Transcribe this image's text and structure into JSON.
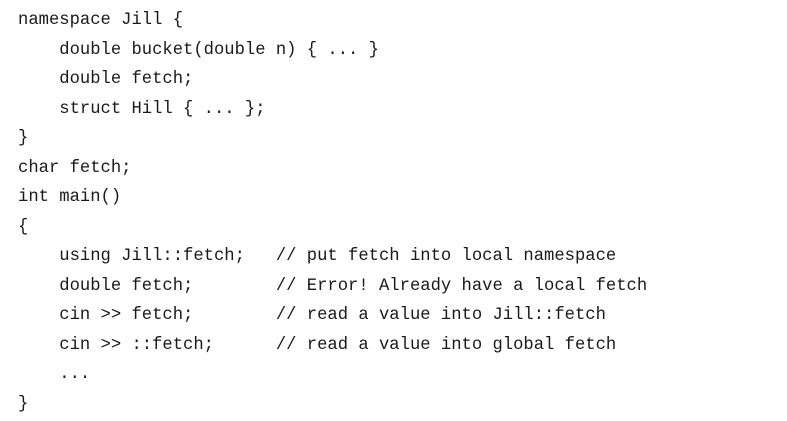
{
  "code": {
    "lines": [
      "namespace Jill {",
      "    double bucket(double n) { ... }",
      "    double fetch;",
      "    struct Hill { ... };",
      "}",
      "char fetch;",
      "int main()",
      "{",
      "    using Jill::fetch;   // put fetch into local namespace",
      "    double fetch;        // Error! Already have a local fetch",
      "    cin >> fetch;        // read a value into Jill::fetch",
      "    cin >> ::fetch;      // read a value into global fetch",
      "    ...",
      "}"
    ]
  }
}
